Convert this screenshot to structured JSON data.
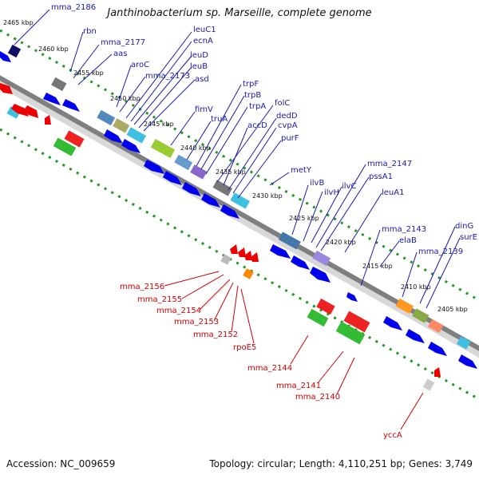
{
  "title": "Janthinobacterium sp. Marseille, complete genome",
  "footer": {
    "accession": "Accession: NC_009659",
    "topology": "Topology: circular; Length: 4,110,251 bp; Genes: 3,749"
  },
  "colors": {
    "forward_label": "#1a1aa8",
    "reverse_label": "#cc0000",
    "forward_arrow": "#0000ee",
    "reverse_arrow": "#ee0000",
    "backbone": "#808080",
    "tick": "#229922"
  },
  "ticks": [
    "2465 kbp",
    "2460 kbp",
    "2455 kbp",
    "2450 kbp",
    "2445 kbp",
    "2440 kbp",
    "2435 kbp",
    "2430 kbp",
    "2425 kbp",
    "2420 kbp",
    "2415 kbp",
    "2410 kbp",
    "2405 kbp"
  ],
  "forward_genes": [
    "mma_2186",
    "rbn",
    "mma_2177",
    "aas",
    "aroC",
    "mma_2173",
    "leuC1",
    "ecnA",
    "leuD",
    "leuB",
    "asd",
    "fimV",
    "truA",
    "trpF",
    "trpB",
    "trpA",
    "folC",
    "accD",
    "dedD",
    "cvpA",
    "purF",
    "metY",
    "ilvB",
    "ilvH",
    "ilvC",
    "mma_2147",
    "pssA1",
    "leuA1",
    "mma_2143",
    "elaB",
    "mma_2139",
    "dinG",
    "surE"
  ],
  "reverse_genes": [
    "mma_2156",
    "mma_2155",
    "mma_2154",
    "mma_2153",
    "mma_2152",
    "rpoE5",
    "mma_2144",
    "mma_2141",
    "mma_2140",
    "yccA"
  ]
}
